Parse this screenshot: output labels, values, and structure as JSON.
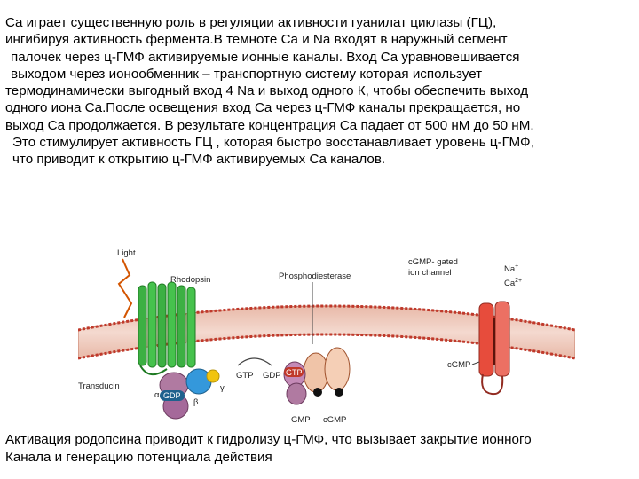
{
  "text_block": {
    "lines": [
      "Ca играет существенную роль в регуляции активности гуанилат циклазы (ГЦ),",
      "ингибируя активность фермента.В темноте Ca и Na входят в наружный сегмент",
      "палочек через ц-ГМФ активируемые ионные каналы. Вход Ca уравновешивается",
      "выходом через ионообменник – транспортную систему которая использует",
      "термодинамически выгодный вход 4 Na и выход одного К, чтобы обеспечить выход",
      "одного иона Ca.После освещения вход Ca через ц-ГМФ каналы прекращается, но",
      "выход Ca продолжается. В результате концентрация Ca падает от 500 нМ до 50 нМ.",
      "Это стимулирует активность ГЦ , которая быстро восстанавливает уровень ц-ГМФ,",
      "что приводит к открытию ц-ГМФ активируемых Ca каналов."
    ]
  },
  "figure": {
    "labels": {
      "light": "Light",
      "rhodopsin": "Rhodopsin",
      "phosphodiesterase": "Phosphodiesterase",
      "channel_line1": "cGMP- gated",
      "channel_line2": "ion channel",
      "ion_na": "Na",
      "ion_na_sup": "+",
      "ion_ca": "Ca",
      "ion_ca_sup": "2+",
      "transducin": "Transducin",
      "gdp_badge": "GDP",
      "gtp_badge": "GTP",
      "gtp": "GTP",
      "gdp": "GDP",
      "alpha": "α",
      "beta": "β",
      "gamma": "γ",
      "gmp": "GMP",
      "cgmp_bottom": "cGMP",
      "cgmp_side": "cGMP"
    }
  },
  "caption": {
    "lines": [
      "Активация родопсина приводит к гидролизу ц-ГМФ, что вызывает закрытие ионного",
      "Канала и генерацию потенциала действия"
    ]
  }
}
